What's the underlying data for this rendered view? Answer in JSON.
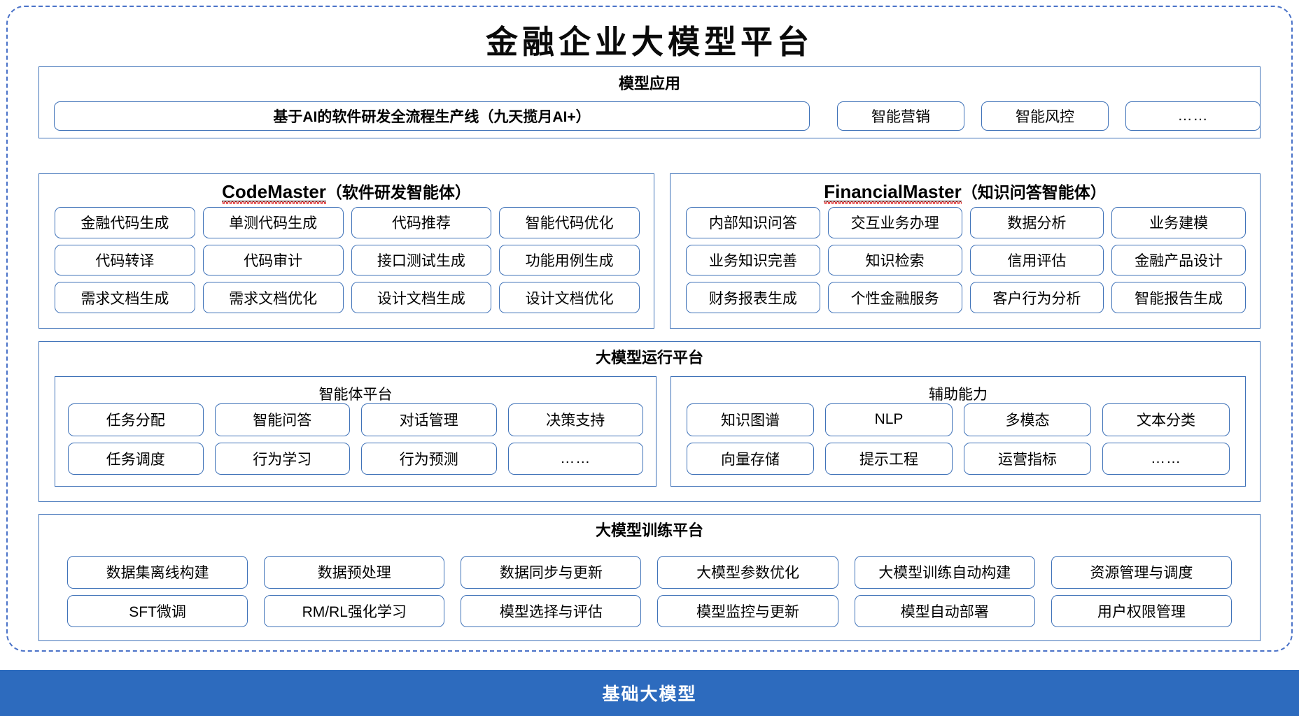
{
  "page": {
    "title": "金融企业大模型平台",
    "colors": {
      "frame_blue": "#4a72c8",
      "border_blue": "#3f72b8",
      "foundation_blue": "#2d6bbe",
      "spellcheck_red": "#e03131",
      "text": "#000000"
    }
  },
  "model_application": {
    "title": "模型应用",
    "primary_item": "基于AI的软件研发全流程生产线（九天揽月AI+）",
    "items": [
      "智能营销",
      "智能风控",
      "……"
    ]
  },
  "agents": {
    "code_master": {
      "name": "CodeMaster",
      "suffix": "（软件研发智能体）",
      "items": [
        "金融代码生成",
        "单测代码生成",
        "代码推荐",
        "智能代码优化",
        "代码转译",
        "代码审计",
        "接口测试生成",
        "功能用例生成",
        "需求文档生成",
        "需求文档优化",
        "设计文档生成",
        "设计文档优化"
      ]
    },
    "financial_master": {
      "name": "FinancialMaster",
      "suffix": "（知识问答智能体）",
      "items": [
        "内部知识问答",
        "交互业务办理",
        "数据分析",
        "业务建模",
        "业务知识完善",
        "知识检索",
        "信用评估",
        "金融产品设计",
        "财务报表生成",
        "个性金融服务",
        "客户行为分析",
        "智能报告生成"
      ]
    }
  },
  "runtime_platform": {
    "title": "大模型运行平台",
    "agent_platform": {
      "title": "智能体平台",
      "items": [
        "任务分配",
        "智能问答",
        "对话管理",
        "决策支持",
        "任务调度",
        "行为学习",
        "行为预测",
        "……"
      ]
    },
    "assist_capability": {
      "title": "辅助能力",
      "items": [
        "知识图谱",
        "NLP",
        "多模态",
        "文本分类",
        "向量存储",
        "提示工程",
        "运营指标",
        "……"
      ]
    }
  },
  "training_platform": {
    "title": "大模型训练平台",
    "items": [
      "数据集离线构建",
      "数据预处理",
      "数据同步与更新",
      "大模型参数优化",
      "大模型训练自动构建",
      "资源管理与调度",
      "SFT微调",
      "RM/RL强化学习",
      "模型选择与评估",
      "模型监控与更新",
      "模型自动部署",
      "用户权限管理"
    ]
  },
  "foundation": {
    "label": "基础大模型"
  }
}
